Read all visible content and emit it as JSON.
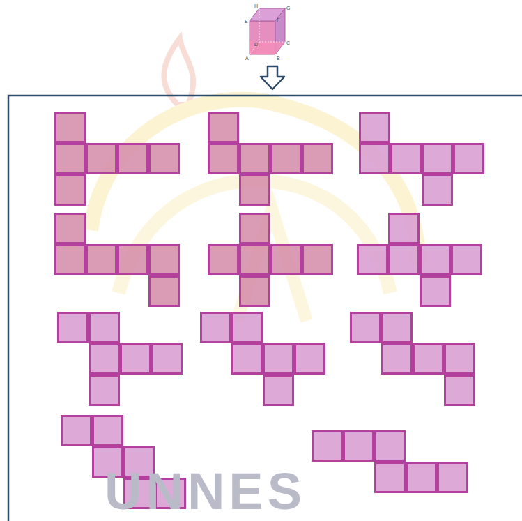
{
  "diagram": {
    "labels": [
      "A",
      "B",
      "C",
      "D",
      "E",
      "F",
      "G",
      "H",
      "UNNES"
    ]
  }
}
